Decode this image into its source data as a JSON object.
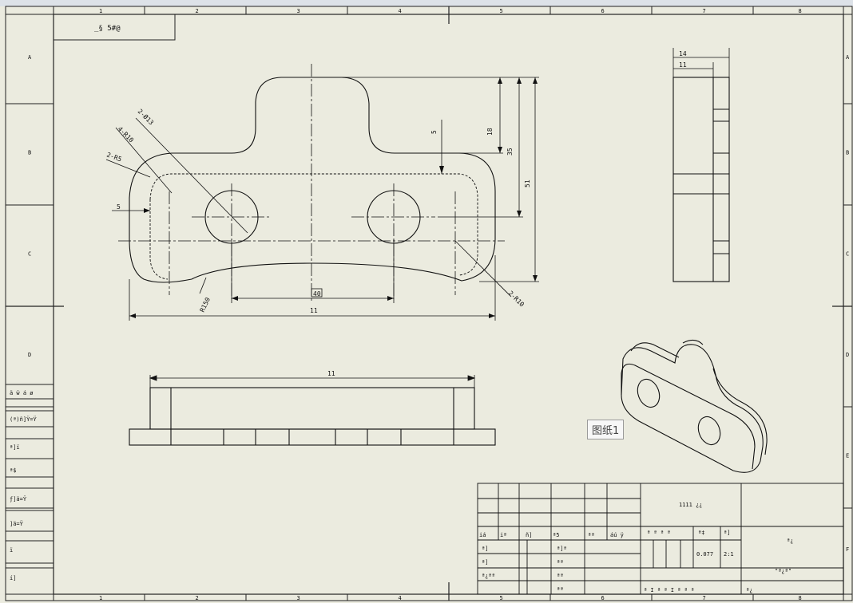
{
  "columns": [
    "1",
    "2",
    "3",
    "4",
    "5",
    "6",
    "7",
    "8"
  ],
  "rows": [
    "A",
    "B",
    "C",
    "D",
    "E",
    "F"
  ],
  "top_left_box": "_§ 5#@",
  "dims": {
    "hole_dia": "2-Ø13",
    "r10_top": "4-R10",
    "r5": "2-R5",
    "offset_5": "5",
    "len_18": "18",
    "len_35": "35",
    "len_51": "51",
    "wall_5": "5",
    "center_40": "40",
    "r150": "R150",
    "width_11": "11",
    "r10_right": "2-R10",
    "side_14": "14",
    "side_11": "11",
    "bottom_len": "11"
  },
  "left_panel": [
    "ä ŵ á ø",
    "(ª)ñ]Ÿ=Ÿ",
    "ª]ï",
    "ª$",
    "ƒ]ä=Ÿ",
    "]ä=Ÿ",
    "ï",
    "í]"
  ],
  "title_block": {
    "material": "1111 ¿¿",
    "headers": [
      "iá",
      "iª",
      "ñ]",
      "ª5",
      "ªª",
      "áú ÿ"
    ],
    "rows_left": [
      "ª]",
      "ª]",
      "ª¿ªª"
    ],
    "rows_mid": [
      "ª]ª",
      "ªª",
      "ªª",
      "ªª"
    ],
    "stage_header": "ª ª ª ª",
    "weight_header": "ª‡",
    "scale_header": "ª]",
    "weight": "0.077",
    "scale": "2:1",
    "part_name": "ª¿",
    "drawing_code": "\"ª¿ª\"",
    "sheet_row": "ª I ª   ª I ª ª ª",
    "bottom_right": "ª¿"
  },
  "tooltip": "图纸1"
}
